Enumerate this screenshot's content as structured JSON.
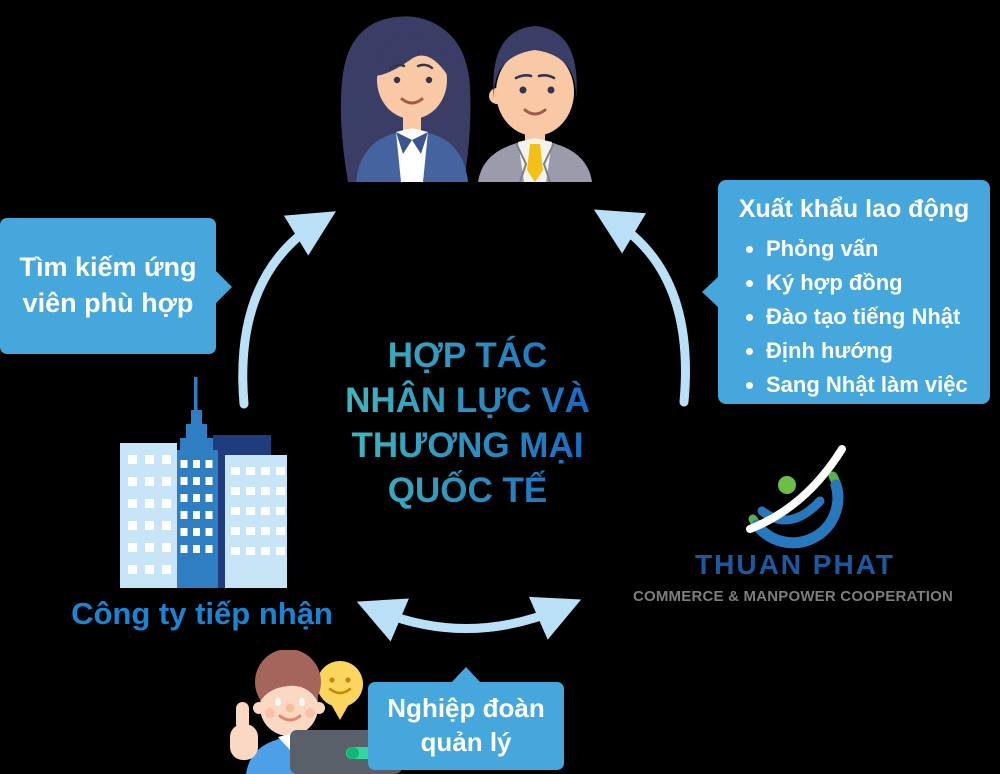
{
  "canvas": {
    "background": "#000000"
  },
  "center_title": {
    "lines": [
      "HỢP TÁC",
      "NHÂN LỰC VÀ",
      "THƯƠNG MẠI",
      "QUỐC TẾ"
    ],
    "gradient_start": "#41BCBE",
    "gradient_end": "#1668C4"
  },
  "boxes": {
    "find_candidates": {
      "lines": [
        "Tìm kiếm ứng",
        "viên phù hợp"
      ],
      "color": "#45A7DB"
    },
    "labor_export": {
      "title": "Xuất khẩu lao động",
      "items": [
        "Phỏng vấn",
        "Ký hợp đồng",
        "Đào tạo tiếng Nhật",
        "Định hướng",
        "Sang Nhật làm việc"
      ],
      "color": "#45A7DB"
    },
    "union": {
      "lines": [
        "Nghiệp đoàn",
        "quản lý"
      ],
      "color": "#45A7DB"
    }
  },
  "labels": {
    "receiving_company": "Công ty tiếp nhận"
  },
  "logo": {
    "name": "THUAN PHAT",
    "tagline": "COMMERCE & MANPOWER COOPERATION",
    "name_color": "#1B5AA0",
    "tagline_color": "#7E7E7E"
  },
  "colors": {
    "bubble_blue": "#45A7DB",
    "arrow_light_blue": "#B9E0F7",
    "company_label_blue": "#1A85D2",
    "logo_green": "#58B14A",
    "logo_blue": "#2878BE"
  }
}
